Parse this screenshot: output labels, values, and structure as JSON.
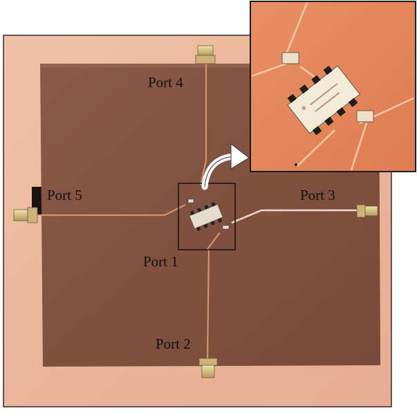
{
  "figure": {
    "labels": {
      "port1": "Port 1",
      "port2": "Port 2",
      "port3": "Port 3",
      "port4": "Port 4",
      "port5": "Port 5"
    }
  }
}
